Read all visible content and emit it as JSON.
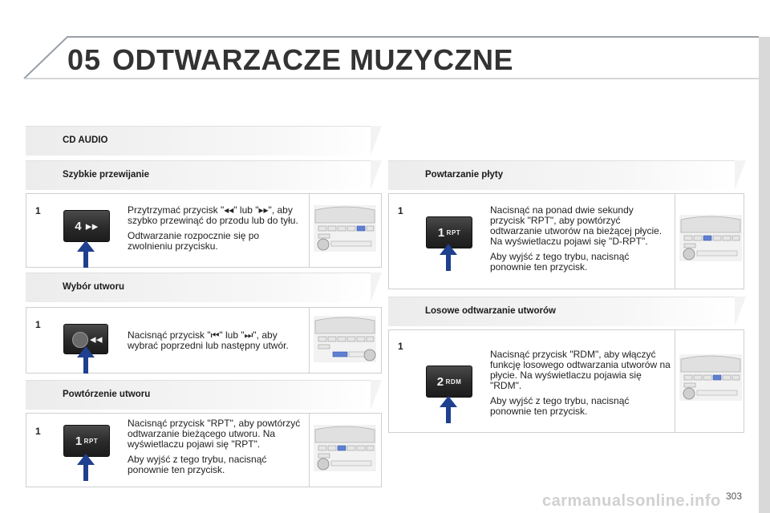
{
  "header": {
    "chapter_number": "05",
    "chapter_title": "ODTWARZACZE MUZYCZNE"
  },
  "sections": {
    "cd_audio": {
      "title": "CD AUDIO"
    },
    "fast_forward": {
      "title": "Szybkie przewijanie",
      "step": "1",
      "button_label": "4 ▸▸",
      "text_1": "Przytrzymać przycisk \"◂◂\" lub \"▸▸\", aby szybko przewinąć do przodu lub do tyłu.",
      "text_2": "Odtwarzanie rozpocznie się po zwolnieniu przycisku."
    },
    "track_select": {
      "title": "Wybór utworu",
      "step": "1",
      "button_label": "◂◂",
      "text_1": "Nacisnąć przycisk \"⏮\" lub \"⏭\", aby wybrać poprzedni lub następny utwór."
    },
    "track_repeat": {
      "title": "Powtórzenie utworu",
      "step": "1",
      "button_num": "1",
      "button_label": "RPT",
      "text_1": "Nacisnąć przycisk \"RPT\", aby powtórzyć odtwarzanie bieżącego utworu. Na wyświetlaczu pojawi się \"RPT\".",
      "text_2": "Aby wyjść z tego trybu, nacisnąć ponownie ten przycisk."
    },
    "disc_repeat": {
      "title": "Powtarzanie płyty",
      "step": "1",
      "button_num": "1",
      "button_label": "RPT",
      "text_1": "Nacisnąć na ponad dwie sekundy przycisk \"RPT\", aby powtórzyć odtwarzanie utworów na bieżącej płycie. Na wyświetlaczu pojawi się \"D-RPT\".",
      "text_2": "Aby wyjść z tego trybu, nacisnąć ponownie ten przycisk."
    },
    "random_play": {
      "title": "Losowe odtwarzanie utworów",
      "step": "1",
      "button_num": "2",
      "button_label": "RDM",
      "text_1": "Nacisnąć przycisk \"RDM\", aby włączyć funkcję losowego odtwarzania utworów na płycie. Na wyświetlaczu pojawia się \"RDM\".",
      "text_2": "Aby wyjść z tego trybu, nacisnąć ponownie ten przycisk."
    }
  },
  "footer": {
    "page_number": "303",
    "watermark": "carmanualsonline.info"
  },
  "colors": {
    "arrow_blue": "#1f3f8f",
    "button_dark": "#2a2a2a",
    "bar_grey": "#ececec",
    "border_grey": "#cfcfcf"
  }
}
